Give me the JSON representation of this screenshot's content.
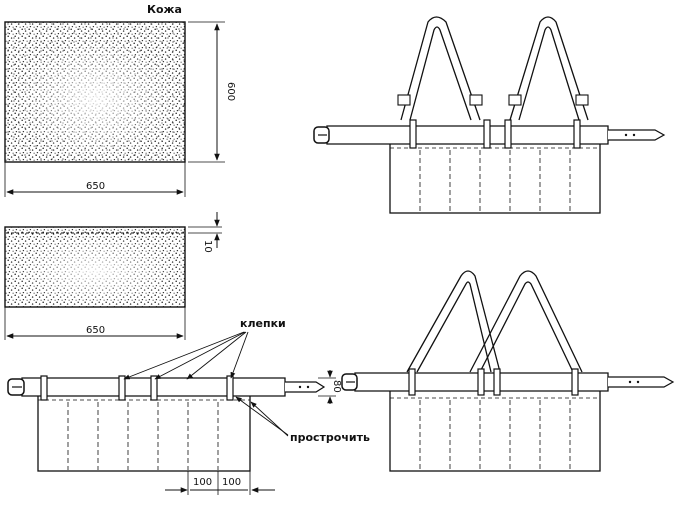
{
  "material_label": "Кожа",
  "panel1": {
    "width_label": "650",
    "height_label": "600"
  },
  "panel2": {
    "width_label": "650",
    "fold_label": "10"
  },
  "assembly": {
    "rivets_label": "клепки",
    "stitch_label": "прострочить",
    "belt_height_label": "80",
    "pocket_width_labels": [
      "100",
      "100"
    ]
  },
  "colors": {
    "ink": "#111111",
    "paper": "#ffffff"
  }
}
